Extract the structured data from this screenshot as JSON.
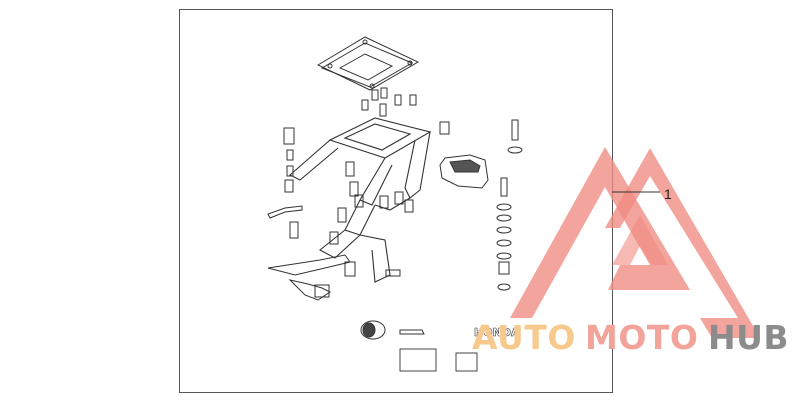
{
  "diagram": {
    "callout_label": "1",
    "brand_decal_text": "HONDA"
  },
  "watermark": {
    "word_auto": "AUTO",
    "word_moto": "MOTO",
    "word_hub": "HUB",
    "color_auto": "#f7c98d",
    "color_moto": "#f2a49a",
    "color_hub": "#8c8c8c",
    "logo_color": "#f08a80"
  }
}
